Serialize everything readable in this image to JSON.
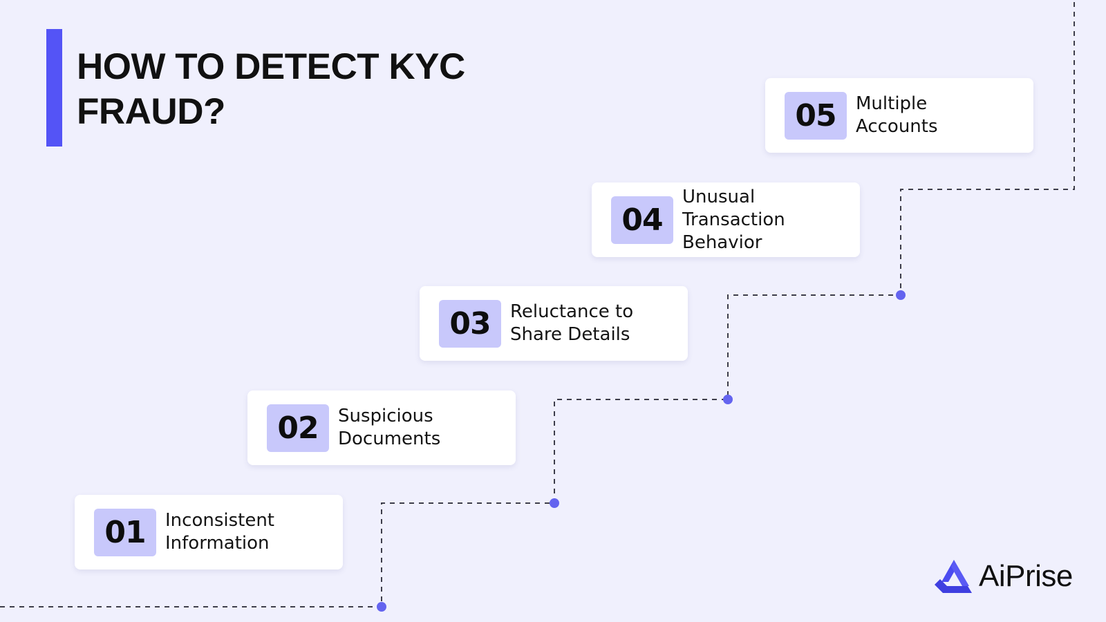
{
  "title": "HOW TO DETECT KYC FRAUD?",
  "accent_color": "#5454f6",
  "number_box_color": "#c8c8fb",
  "steps": [
    {
      "number": "01",
      "label_lines": [
        "Inconsistent",
        "Information"
      ]
    },
    {
      "number": "02",
      "label_lines": [
        "Suspicious",
        "Documents"
      ]
    },
    {
      "number": "03",
      "label_lines": [
        "Reluctance to",
        "Share Details"
      ]
    },
    {
      "number": "04",
      "label_lines": [
        "Unusual",
        "Transaction",
        "Behavior"
      ]
    },
    {
      "number": "05",
      "label_lines": [
        "Multiple",
        "Accounts"
      ]
    }
  ],
  "logo": {
    "text": "AiPrise",
    "icon": "aiprise-logo-icon"
  }
}
